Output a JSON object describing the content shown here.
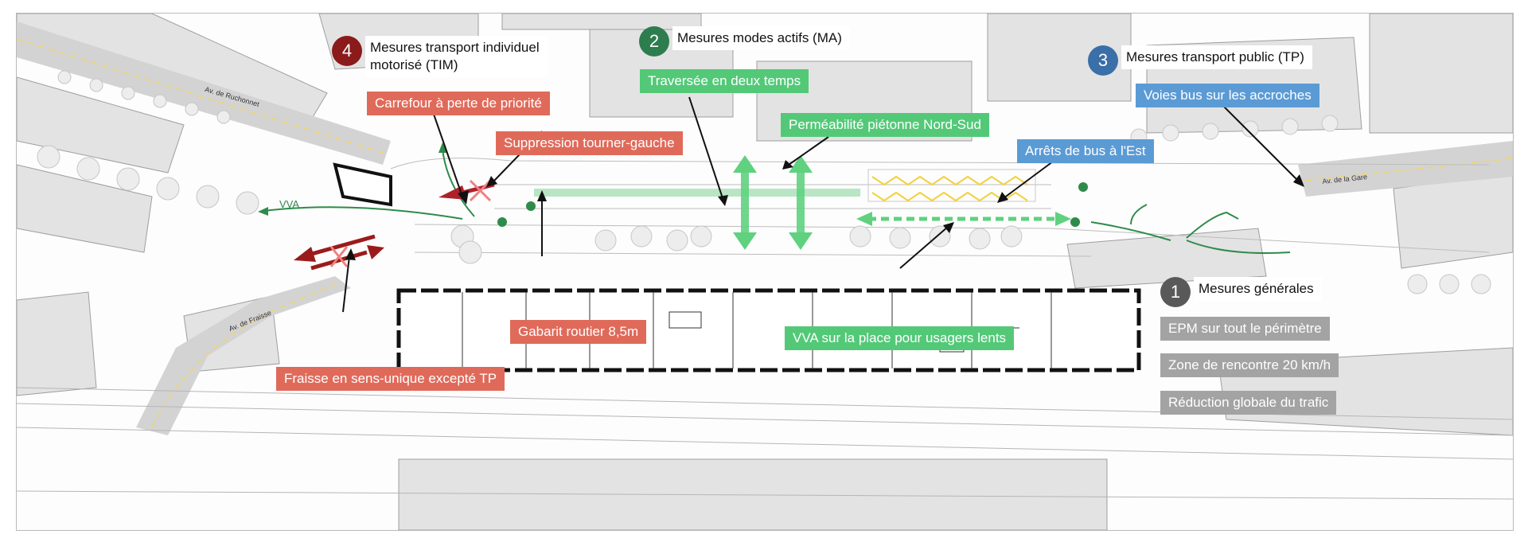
{
  "colors": {
    "tim": "#8b1a1a",
    "ma": "#2e7d4f",
    "tp": "#3a6fa8",
    "general": "#595959",
    "label_red": "#e06a5a",
    "label_green": "#53c978",
    "label_blue": "#5b9bd5",
    "label_grey": "#a3a3a3"
  },
  "categories": {
    "general": {
      "number": "1",
      "title": "Mesures générales"
    },
    "ma": {
      "number": "2",
      "title": "Mesures modes actifs (MA)"
    },
    "tp": {
      "number": "3",
      "title": "Mesures transport public (TP)"
    },
    "tim": {
      "number": "4",
      "title_line1": "Mesures transport individuel",
      "title_line2": "motorisé (TIM)"
    }
  },
  "labels": {
    "carrefour": "Carrefour à perte de priorité",
    "suppression": "Suppression tourner-gauche",
    "fraisse": "Fraisse en sens-unique excepté TP",
    "traversee": "Traversée en deux temps",
    "permeabilite": "Perméabilité piétonne Nord-Sud",
    "gabarit": "Gabarit routier 8,5m",
    "vva_place": "VVA sur la place pour usagers lents",
    "voies_bus": "Voies bus sur les accroches",
    "arrets_bus": "Arrêts de bus à l'Est",
    "epm": "EPM sur tout le périmètre",
    "zone": "Zone de rencontre 20 km/h",
    "reduction": "Réduction globale du trafic"
  },
  "map": {
    "vva": "VVA",
    "ruchonnet": "Av. de Ruchonnet",
    "fraisse": "Av. de Fraisse",
    "gare": "Av. de la Gare"
  }
}
